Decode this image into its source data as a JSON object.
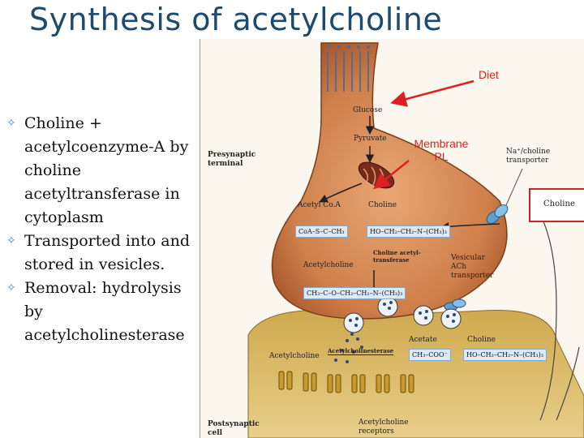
{
  "title": "Synthesis of acetylcholine",
  "bullets": [
    {
      "text": "Choline + acetylcoenzyme-A by choline acetyltransferase in cytoplasm"
    },
    {
      "text": "Transported into and stored in vesicles."
    },
    {
      "text": "Removal: hydrolysis by acetylcholinesterase"
    }
  ],
  "diagram": {
    "diet": "Diet",
    "membrane_pl": "Membrane\nPL",
    "glucose": "Glucose",
    "pyruvate": "Pyruvate",
    "presynaptic_terminal": "Presynaptic\nterminal",
    "acetyl_coa": "Acetyl Co.A",
    "choline": "Choline",
    "choline_transferase": "Choline acetyl-\ntransferase",
    "acetylcholine_top": "Acetylcholine",
    "vesicular_transporter": "Vesicular\nACh\ntransporter",
    "na_choline_transporter": "Na⁺/choline\ntransporter",
    "choline_box": "Choline",
    "acetate": "Acetate",
    "choline_bottom": "Choline",
    "acetylcholine_bottom": "Acetylcholine",
    "acetylcholinesterase": "Acetylcholinesterase",
    "postsynaptic_cell": "Postsynaptic\ncell",
    "ach_receptors": "Acetylcholine\nreceptors",
    "formula_acetylcoa": "CoA–S–C–CH₃",
    "formula_choline": "HO–CH₂–CH₂–N–(CH₃)₃",
    "formula_ach": "CH₃–C–O–CH₂–CH₂–N–(CH₃)₃",
    "formula_acetate": "CH₃–COO⁻",
    "formula_choline_bottom": "HO–CH₂–CH₂–N–(CH₃)₃"
  },
  "colors": {
    "title": "#1e4a6e",
    "bullet_mark": "#3b8fc0",
    "presynaptic_fill": "#c97845",
    "postsynaptic_fill": "#d6b76a",
    "annotation_red": "#e02020",
    "formula_bg": "#dce9f7"
  }
}
